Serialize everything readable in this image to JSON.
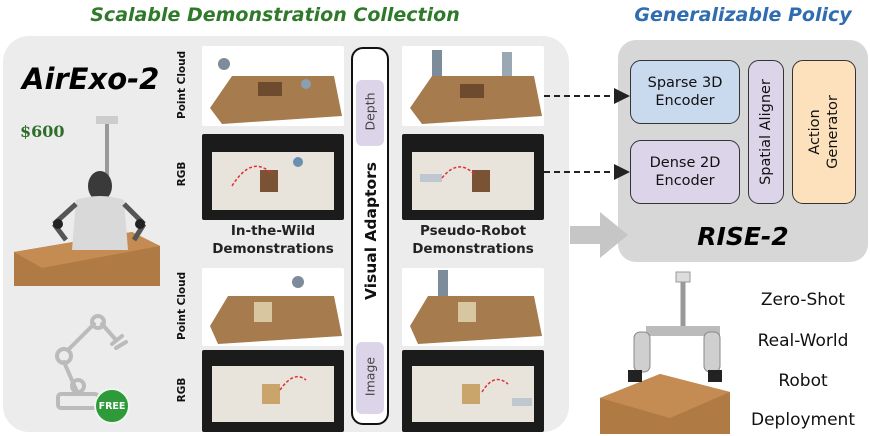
{
  "headers": {
    "left_title": "Scalable Demonstration Collection",
    "right_title": "Generalizable Policy"
  },
  "left": {
    "device_name": "AirExo-2",
    "price": "$600",
    "free_badge": "FREE",
    "modality_labels": {
      "point_cloud": "Point Cloud",
      "rgb": "RGB"
    },
    "demos": {
      "in_the_wild": [
        "In-the-Wild",
        "Demonstrations"
      ],
      "pseudo_robot": [
        "Pseudo-Robot",
        "Demonstrations"
      ]
    },
    "visual_adaptors": {
      "title": "Visual Adaptors",
      "top_tag": "Depth",
      "bottom_tag": "Image"
    }
  },
  "policy": {
    "sparse_encoder": [
      "Sparse 3D",
      "Encoder"
    ],
    "dense_encoder": [
      "Dense 2D",
      "Encoder"
    ],
    "spatial_aligner": "Spatial Aligner",
    "action_generator": [
      "Action",
      "Generator"
    ],
    "name": "RISE-2"
  },
  "deployment": [
    "Zero-Shot",
    "Real-World",
    "Robot",
    "Deployment"
  ],
  "colors": {
    "left_title": "#2f7a2a",
    "right_title": "#2f6db0",
    "sparse_encoder_fill": "#c9d9ee",
    "dense_encoder_fill": "#dcd5ea",
    "spatial_aligner_fill": "#dcd5ea",
    "action_generator_fill": "#fde1bd",
    "table_wood": "#b07a44"
  }
}
